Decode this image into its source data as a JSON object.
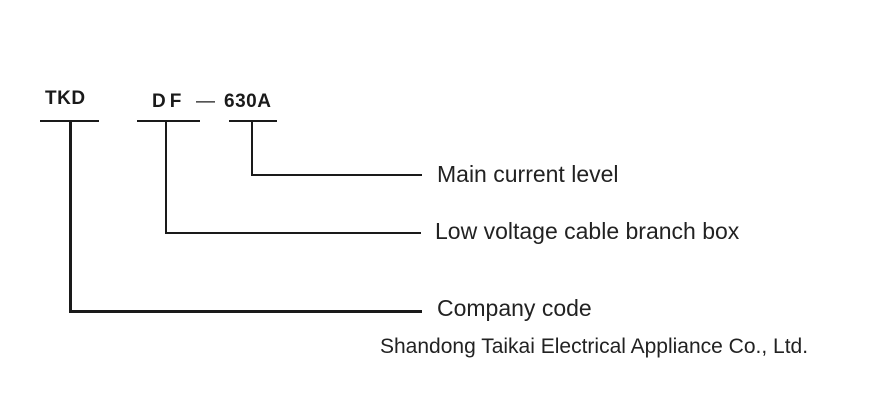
{
  "code": {
    "company": "TKD",
    "product": "DF",
    "separator": "—",
    "current": "630A"
  },
  "labels": {
    "main_current": "Main current level",
    "branch_box": "Low voltage cable branch box",
    "company_code": "Company code"
  },
  "company_name": "Shandong Taikai Electrical Appliance Co., Ltd."
}
